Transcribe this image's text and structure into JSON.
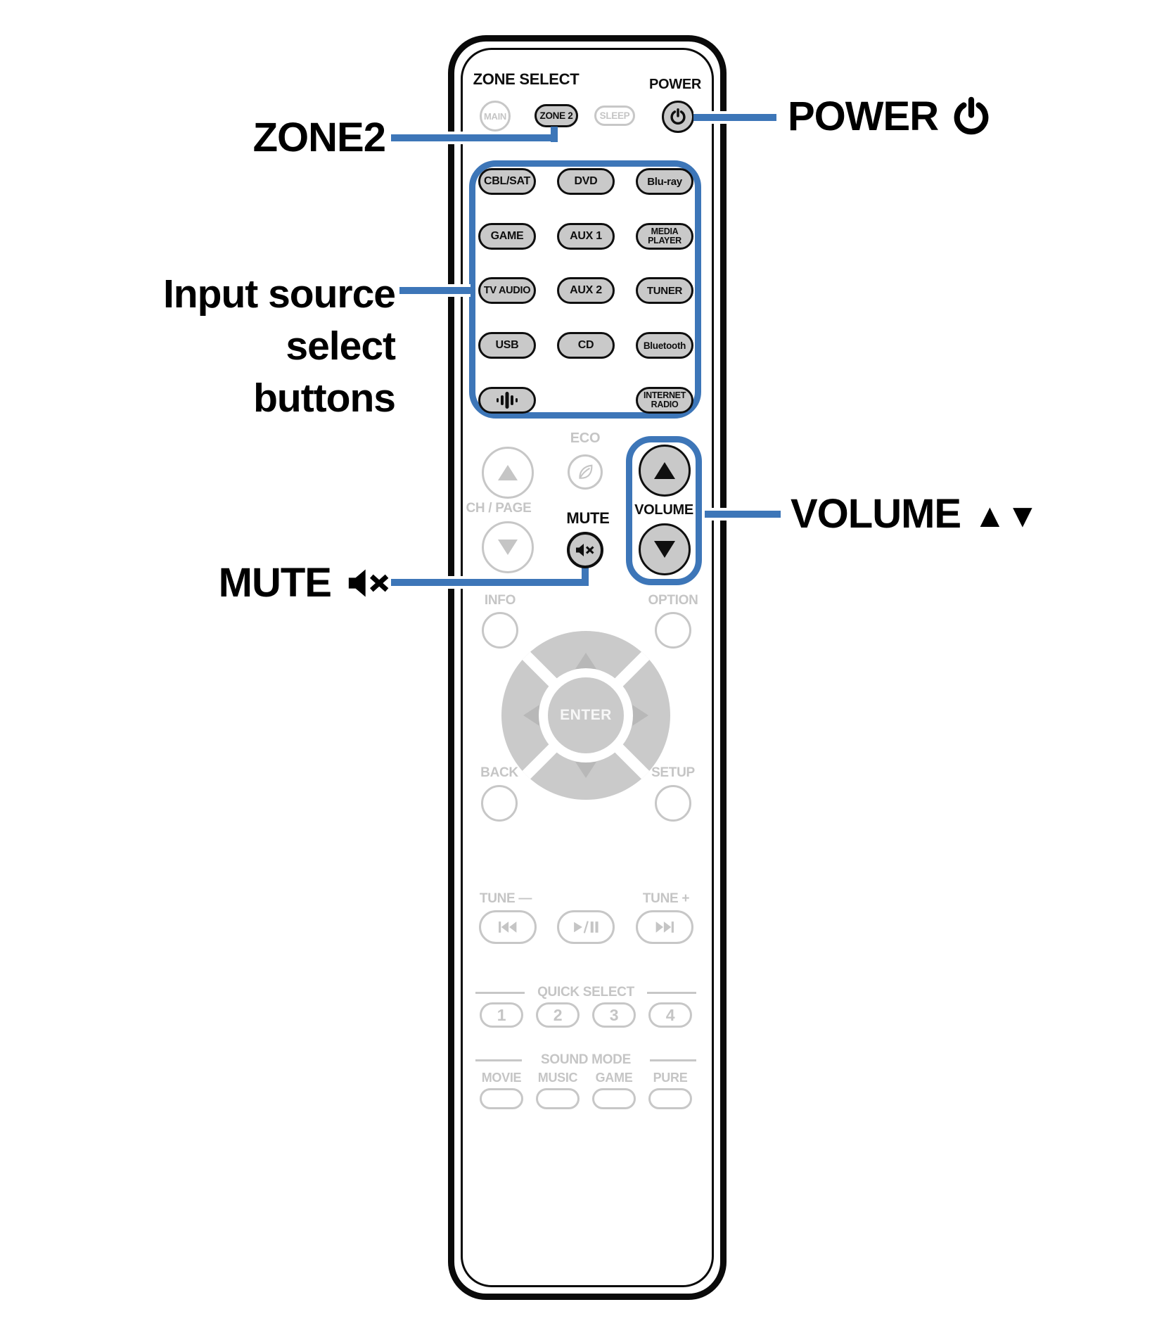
{
  "colors": {
    "callout_blue": "#3D76B8",
    "button_gray": "#C9C9C9",
    "inactive_gray": "#C5C5C5",
    "outline_black": "#0F0F0F"
  },
  "callouts": {
    "zone2": "ZONE2",
    "power": "POWER",
    "input_line1": "Input source",
    "input_line2": "select",
    "input_line3": "buttons",
    "mute": "MUTE",
    "volume": "VOLUME",
    "volume_arrows": "▲▼"
  },
  "remote": {
    "zone_select_label": "ZONE SELECT",
    "zone_buttons": {
      "main": "MAIN",
      "zone2": "ZONE 2",
      "sleep": "SLEEP"
    },
    "power_label": "POWER",
    "inputs": {
      "row1": [
        "CBL/SAT",
        "DVD",
        "Blu-ray"
      ],
      "row2": [
        "GAME",
        "AUX 1"
      ],
      "media_player": [
        "MEDIA",
        "PLAYER"
      ],
      "row3": [
        "TV AUDIO",
        "AUX 2",
        "TUNER"
      ],
      "row4": [
        "USB",
        "CD",
        "Bluetooth"
      ],
      "internet_radio": [
        "INTERNET",
        "RADIO"
      ]
    },
    "eco_label": "ECO",
    "ch_page_label": "CH / PAGE",
    "mute_label": "MUTE",
    "volume_label": "VOLUME",
    "info_label": "INFO",
    "option_label": "OPTION",
    "enter_label": "ENTER",
    "back_label": "BACK",
    "setup_label": "SETUP",
    "tune_minus_label": "TUNE —",
    "tune_plus_label": "TUNE +",
    "quick_select_label": "QUICK SELECT",
    "quick_buttons": [
      "1",
      "2",
      "3",
      "4"
    ],
    "sound_mode_label": "SOUND MODE",
    "sound_mode_buttons": [
      "MOVIE",
      "MUSIC",
      "GAME",
      "PURE"
    ]
  },
  "icons": {
    "power": "power-icon",
    "mute": "mute-speaker-x-icon",
    "heos": "heos-sound-bars-icon",
    "eco": "leaf-icon",
    "volume_up": "triangle-up-icon",
    "volume_down": "triangle-down-icon",
    "ch_up": "triangle-up-icon",
    "ch_down": "triangle-down-icon",
    "skip_back": "skip-back-icon",
    "play_pause": "play-pause-icon",
    "skip_forward": "skip-forward-icon"
  }
}
